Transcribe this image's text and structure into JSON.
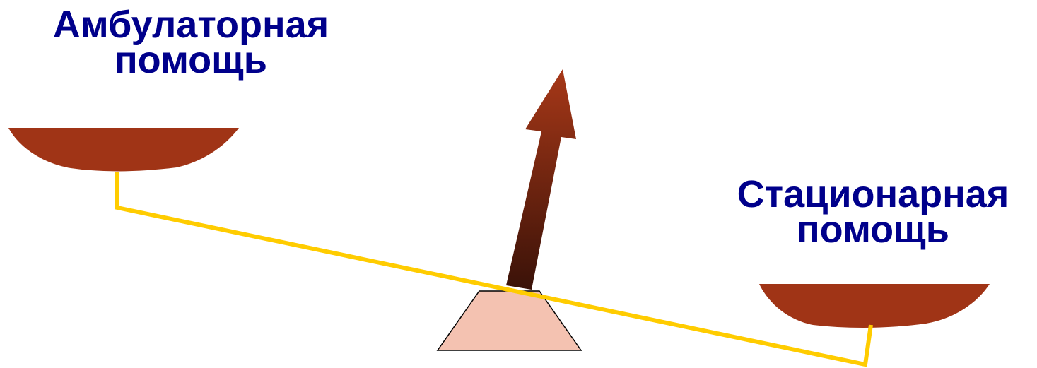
{
  "left_pan": {
    "label_line1": "Амбулаторная",
    "label_line2": "помощь"
  },
  "right_pan": {
    "label_line1": "Стационарная",
    "label_line2": "помощь"
  },
  "colors": {
    "label": "#00008b",
    "pan": "#a03416",
    "beam": "#ffcc00",
    "fulcrum_fill": "#f4c2b1",
    "arrow_top": "#a73818",
    "arrow_bottom": "#3a1208"
  },
  "icons": {
    "arrow": "up-arrow-icon",
    "fulcrum": "fulcrum-icon"
  }
}
